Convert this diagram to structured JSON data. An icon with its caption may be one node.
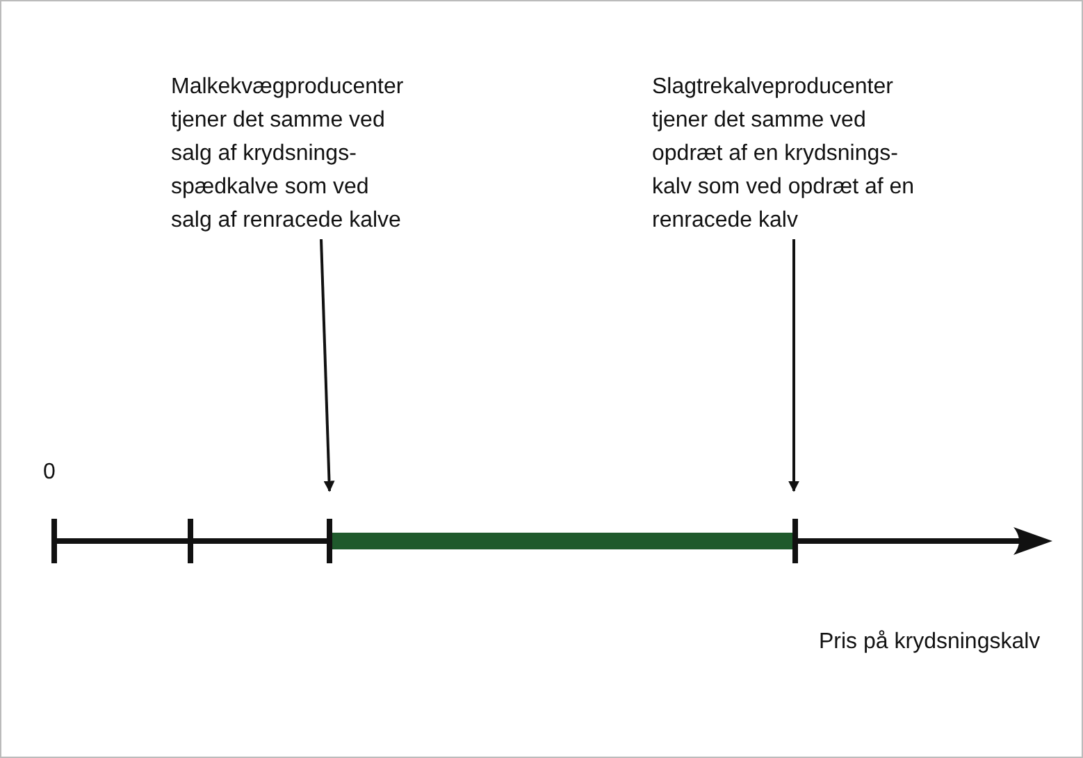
{
  "diagram": {
    "nodes": [
      {
        "text": [
          "Malkekvægproducenter tjener det samme ved salg af krydsnings- spædkalve som ved salg af renracede kalve"
        ]
      },
      {
        "text": [
          "Slagtrekalveproducenter tjener det samme ved opdræt af en krydsnings- kalv som ved opdræt af en renracede kalv"
        ]
      }
    ],
    "edges": [
      {
        "from": 0,
        "to": null,
        "arrow": "to"
      },
      {
        "from": 1,
        "to": null,
        "arrow": "to"
      }
    ],
    "labels": [
      "0",
      "Pris på krydsningskalv"
    ]
  }
}
